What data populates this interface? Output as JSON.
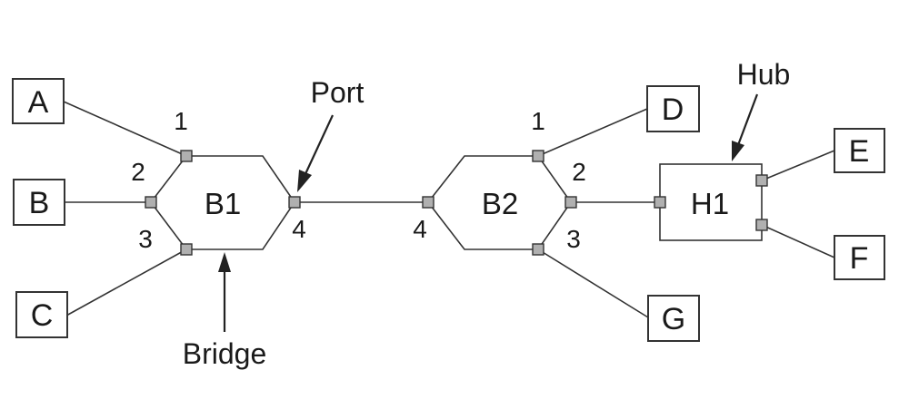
{
  "hosts": {
    "a": "A",
    "b": "B",
    "c": "C",
    "d": "D",
    "e": "E",
    "f": "F",
    "g": "G"
  },
  "bridges": {
    "b1": {
      "label": "B1",
      "ports": {
        "p1": "1",
        "p2": "2",
        "p3": "3",
        "p4": "4"
      }
    },
    "b2": {
      "label": "B2",
      "ports": {
        "p1": "1",
        "p2": "2",
        "p3": "3",
        "p4": "4"
      }
    }
  },
  "hub": {
    "label": "H1"
  },
  "callouts": {
    "port": "Port",
    "bridge": "Bridge",
    "hub": "Hub"
  }
}
